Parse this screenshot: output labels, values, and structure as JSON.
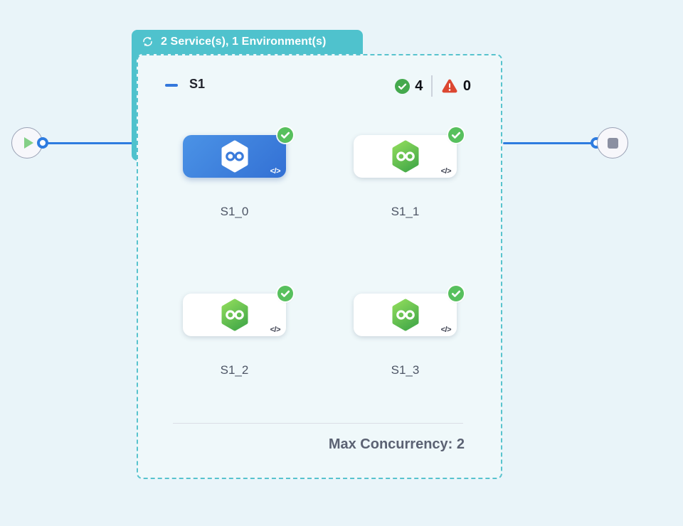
{
  "loop_badge": {
    "icon": "loop-icon",
    "label": "2 Service(s), 1 Environment(s)"
  },
  "stage_group": {
    "title": "S1",
    "success_count": "4",
    "error_count": "0",
    "code_glyph": "</>",
    "services": [
      {
        "label": "S1_0",
        "selected": true,
        "status": "success"
      },
      {
        "label": "S1_1",
        "selected": false,
        "status": "success"
      },
      {
        "label": "S1_2",
        "selected": false,
        "status": "success"
      },
      {
        "label": "S1_3",
        "selected": false,
        "status": "success"
      }
    ],
    "footer": "Max Concurrency: 2"
  },
  "start_node": {
    "icon": "play-icon"
  },
  "end_node": {
    "icon": "stop-icon"
  },
  "colors": {
    "page_bg": "#e9f4f9",
    "group_bg": "#eff8fa",
    "teal": "#4fc2cd",
    "edge_blue": "#2e7ce0",
    "selected_card_blue": "#3f82dc",
    "success_green": "#57c05d",
    "header_success_green": "#44a94d",
    "error_red": "#dc4731",
    "hex_green_start": "#90dc5c",
    "hex_green_end": "#4bae4a"
  }
}
